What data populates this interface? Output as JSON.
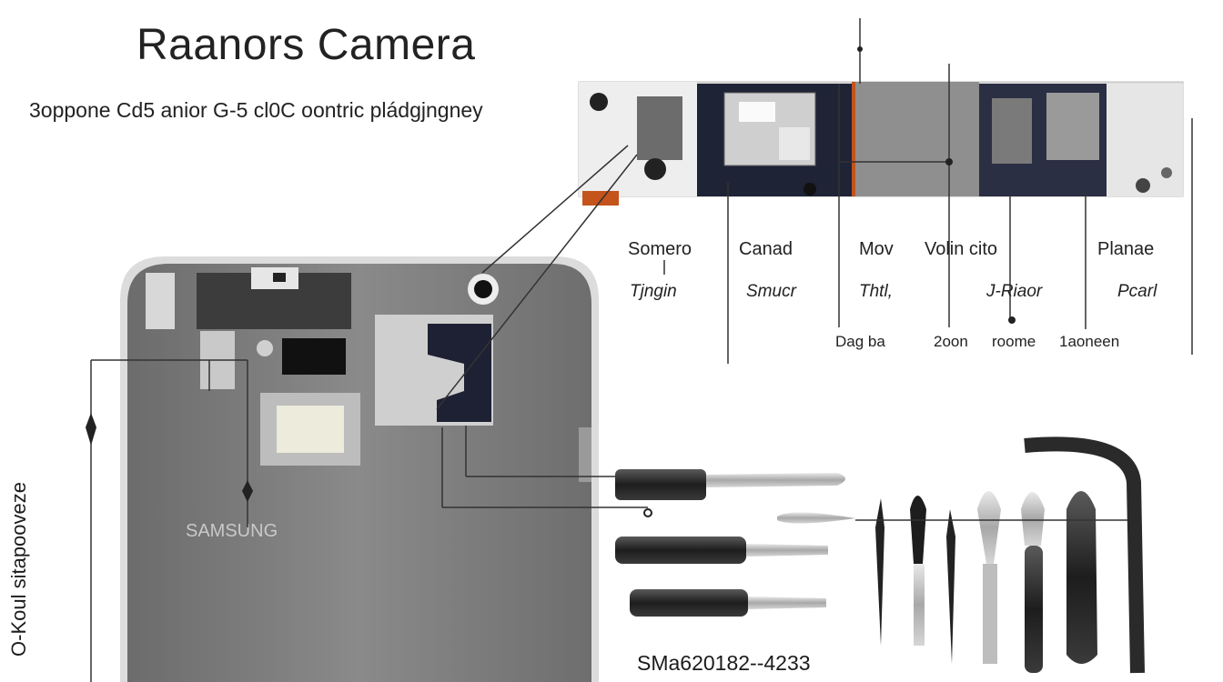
{
  "header": {
    "title": "Raanors Camera",
    "subtitle": "3oppone Cd5 anior G-5 cl0C oontric pládgjngney"
  },
  "side_label": "O-Koul sitapooveze",
  "labels": {
    "row1": [
      "Somero",
      "Canad",
      "Mov",
      "Volin cito",
      "Planae"
    ],
    "row2": [
      "Tjngin",
      "Smucr",
      "Thtl,",
      "J-Riaor",
      "Pcarl"
    ],
    "row3": [
      "Dag ba",
      "2oon",
      "roome",
      "1aoneen"
    ]
  },
  "phone_brand": "SAMSUNG",
  "bottom_code": "SMa620182--4233"
}
